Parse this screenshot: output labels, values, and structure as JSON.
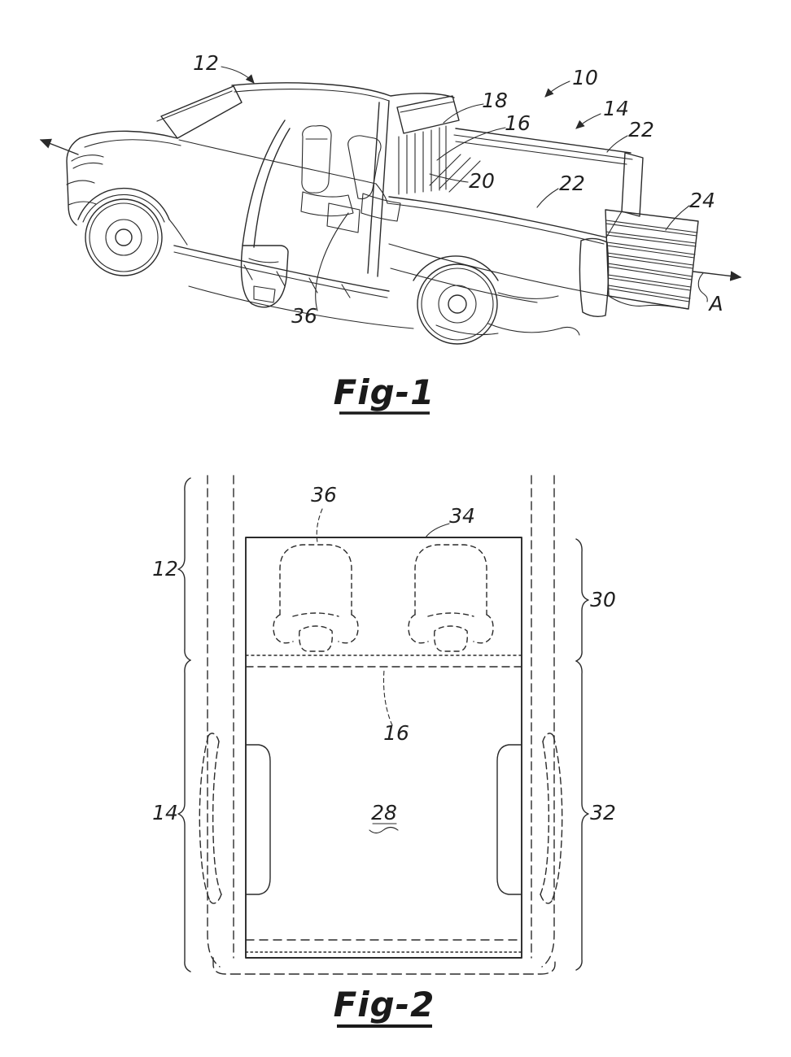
{
  "page": {
    "background_color": "#ffffff",
    "ink_color": "#2a2a2a"
  },
  "fig1": {
    "caption": "Fig-1",
    "section_label": "A",
    "labels": [
      "12",
      "10",
      "14",
      "18",
      "16",
      "22",
      "20",
      "22",
      "24",
      "36"
    ]
  },
  "fig2": {
    "caption": "Fig-2",
    "labels": [
      "36",
      "34",
      "12",
      "30",
      "14",
      "32",
      "16",
      "28"
    ]
  }
}
